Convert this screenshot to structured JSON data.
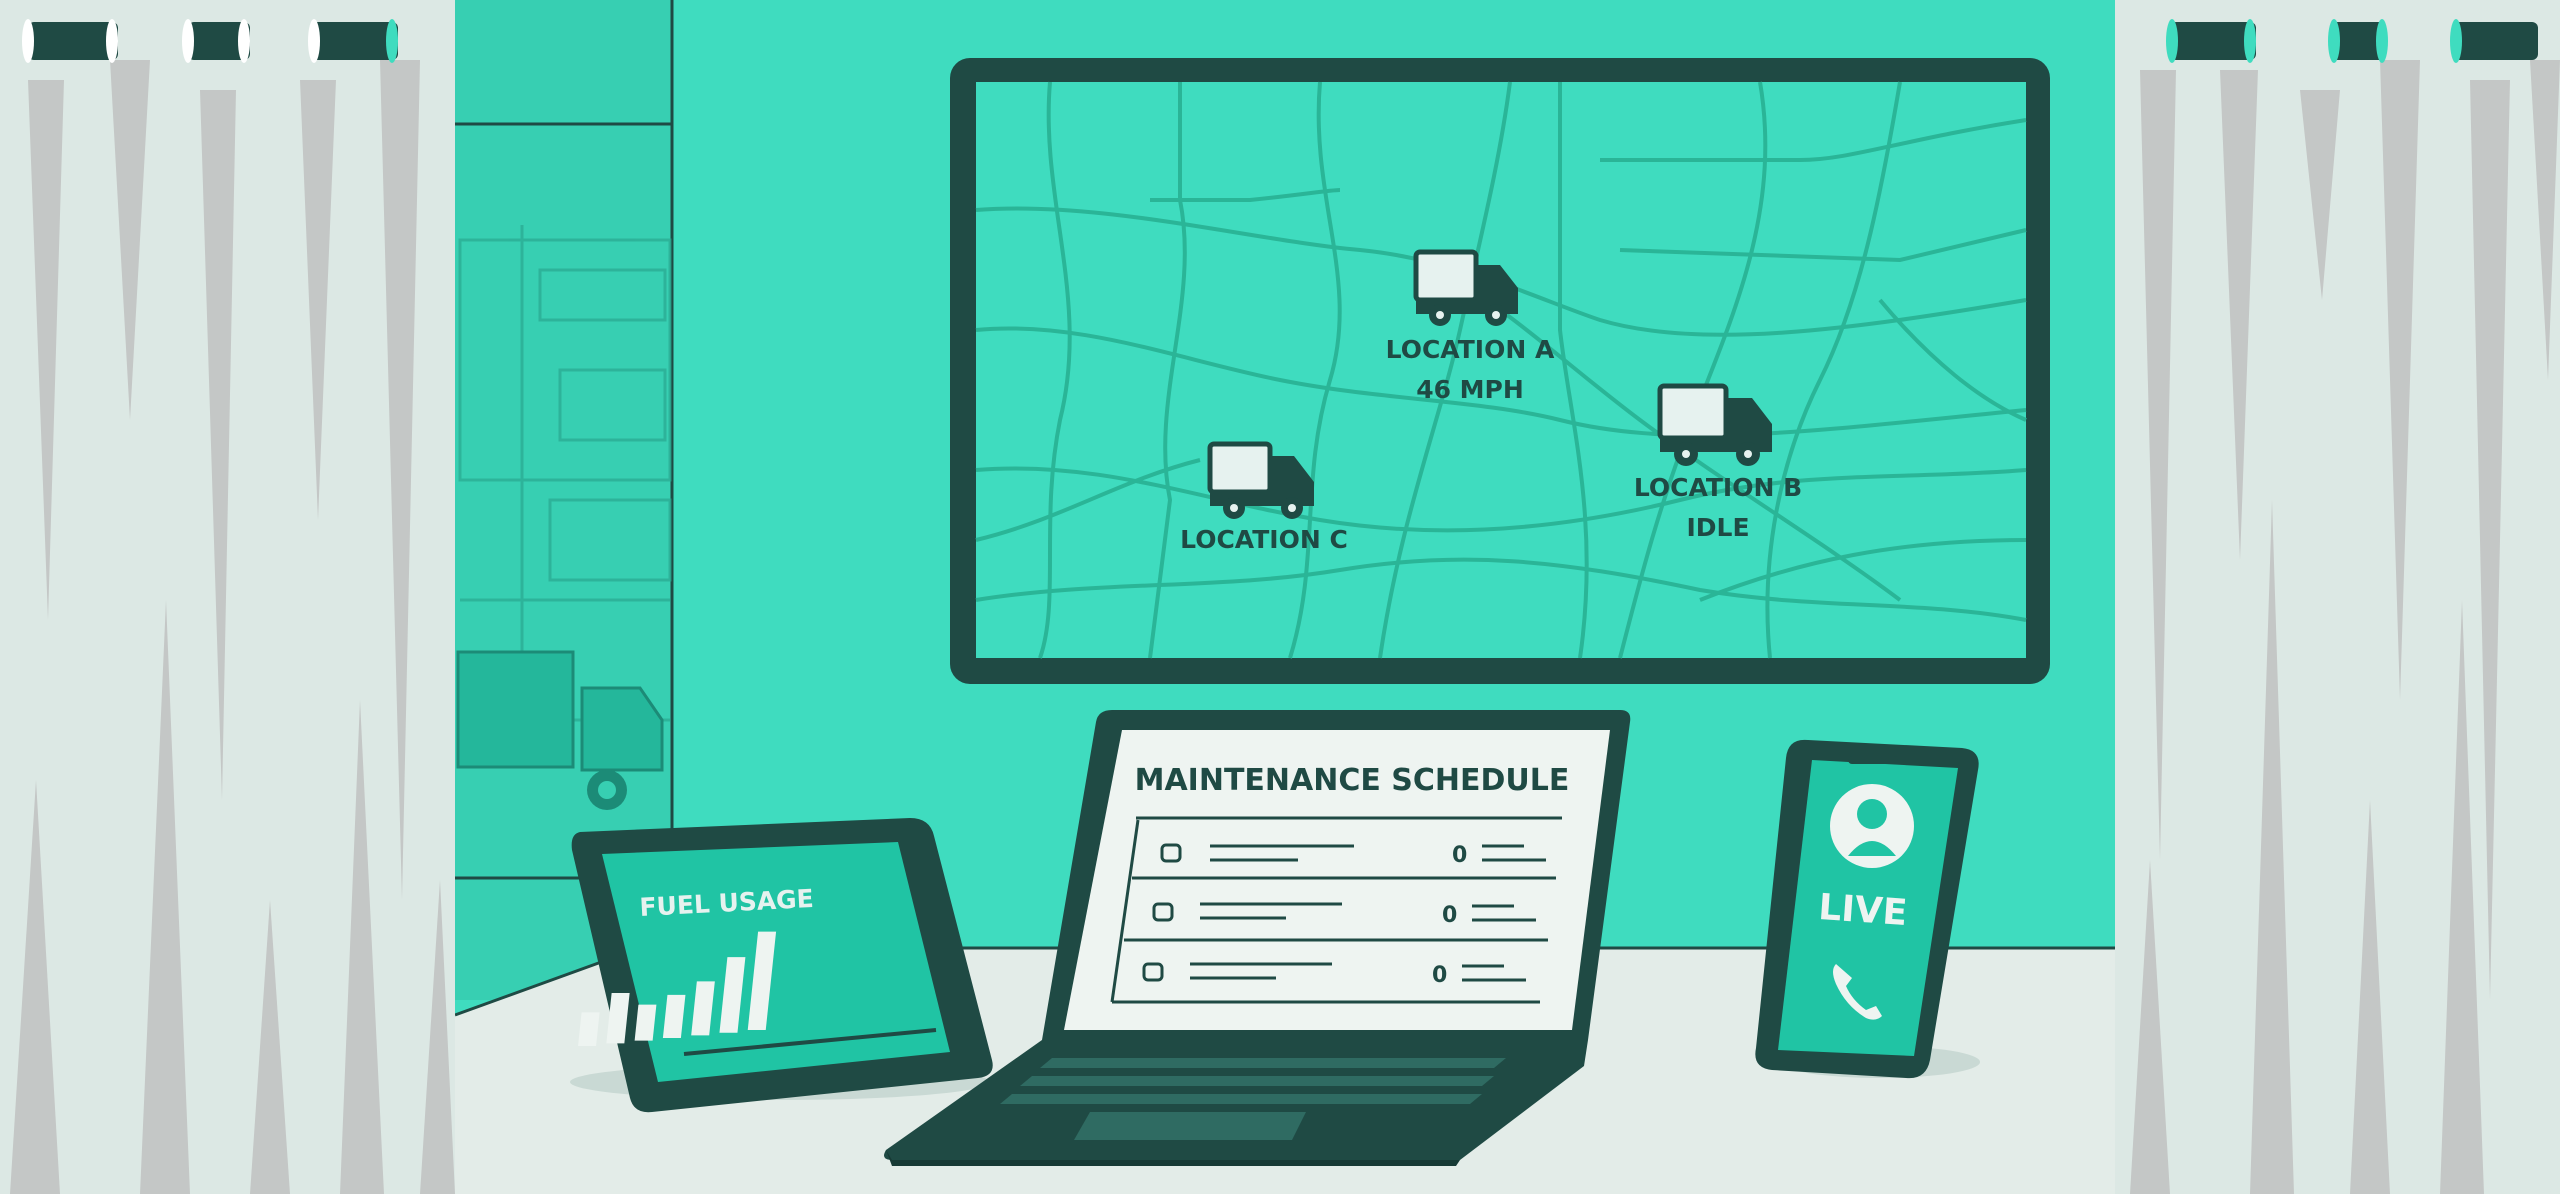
{
  "map_screen": {
    "location_a": {
      "name": "LOCATION A",
      "status": "46 MPH"
    },
    "location_b": {
      "name": "LOCATION B",
      "status": "IDLE"
    },
    "location_c": {
      "name": "LOCATION C"
    }
  },
  "tablet": {
    "title": "FUEL USAGE",
    "bar_levels": [
      0.28,
      0.42,
      0.3,
      0.36,
      0.45,
      0.63,
      0.82
    ]
  },
  "laptop": {
    "title": "MAINTENANCE SCHEDULE",
    "rows": [
      {
        "marker": "0"
      },
      {
        "marker": "0"
      },
      {
        "marker": "0"
      }
    ]
  },
  "phone": {
    "status": "LIVE",
    "icons": [
      "avatar-icon",
      "phone-icon"
    ]
  },
  "colors": {
    "wall": "#3fdcbf",
    "screen_frame": "#1f4a44",
    "curtain": "#dce8e4",
    "desk": "#e3ece8"
  }
}
